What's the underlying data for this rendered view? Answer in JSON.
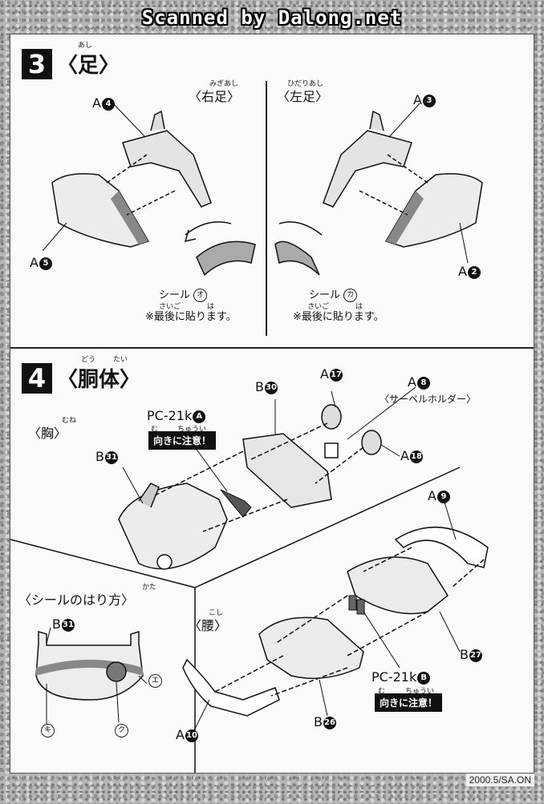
{
  "header": "Scanned by Dalong.net",
  "section3": {
    "number": "3",
    "title": "〈足〉",
    "title_ruby": "あし",
    "right": {
      "label": "〈右足〉",
      "ruby": "みぎあし",
      "part_top": "A",
      "part_top_num": "4",
      "part_bottom": "A",
      "part_bottom_num": "5",
      "seal": "シール",
      "seal_mark": "オ",
      "note": "※最後に貼ります。",
      "note_ruby_1": "さいご",
      "note_ruby_2": "は"
    },
    "left": {
      "label": "〈左足〉",
      "ruby": "ひだりあし",
      "part_top": "A",
      "part_top_num": "3",
      "part_bottom": "A",
      "part_bottom_num": "2",
      "seal": "シール",
      "seal_mark": "カ",
      "note": "※最後に貼ります。",
      "note_ruby_1": "さいご",
      "note_ruby_2": "は"
    }
  },
  "section4": {
    "number": "4",
    "title": "〈胴体〉",
    "title_ruby_1": "どう",
    "title_ruby_2": "たい",
    "chest": {
      "label": "〈胸〉",
      "ruby": "むね"
    },
    "pc_a": {
      "label": "PC-21k",
      "mark": "A",
      "caution": "向きに注意！",
      "ruby_1": "む",
      "ruby_2": "ちゅうい"
    },
    "pc_b": {
      "label": "PC-21k",
      "mark": "B",
      "caution": "向きに注意！",
      "ruby_1": "む",
      "ruby_2": "ちゅうい"
    },
    "parts": {
      "b30": {
        "letter": "B",
        "num": "30"
      },
      "b31": {
        "letter": "B",
        "num": "31"
      },
      "a17": {
        "letter": "A",
        "num": "17"
      },
      "a8": {
        "letter": "A",
        "num": "8"
      },
      "a18": {
        "letter": "A",
        "num": "18"
      },
      "a9": {
        "letter": "A",
        "num": "9"
      },
      "b27": {
        "letter": "B",
        "num": "27"
      },
      "b26": {
        "letter": "B",
        "num": "26"
      },
      "a10": {
        "letter": "A",
        "num": "10"
      }
    },
    "saber_holder": "〈サーベルホルダー〉",
    "seal_method": {
      "label": "〈シールのはり方〉",
      "ruby": "かた",
      "part_letter": "B",
      "part_num": "31",
      "marks": [
        "エ",
        "キ",
        "ク"
      ]
    },
    "waist": {
      "label": "〈腰〉",
      "ruby": "こし"
    }
  },
  "footer": "2000.5/SA.ON"
}
